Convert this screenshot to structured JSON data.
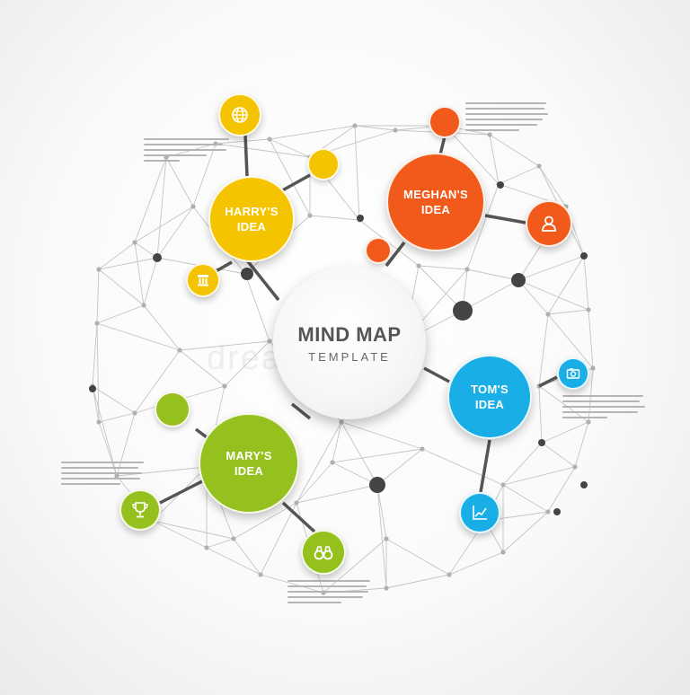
{
  "center": {
    "title": "MIND MAP",
    "subtitle": "TEMPLATE"
  },
  "ideas": {
    "harry": {
      "line1": "HARRY'S",
      "line2": "IDEA",
      "color": "#f5c400"
    },
    "meghan": {
      "line1": "MEGHAN'S",
      "line2": "IDEA",
      "color": "#f25a1b"
    },
    "tom": {
      "line1": "TOM'S",
      "line2": "IDEA",
      "color": "#19aee6"
    },
    "mary": {
      "line1": "MARY'S",
      "line2": "IDEA",
      "color": "#95c11f"
    }
  },
  "icons": {
    "harry": [
      "globe-icon",
      "column-icon"
    ],
    "meghan": [
      "user-icon"
    ],
    "tom": [
      "camera-icon",
      "chart-icon"
    ],
    "mary": [
      "trophy-icon",
      "binoculars-icon"
    ]
  },
  "colors": {
    "network_line": "#c4c4c4",
    "connector": "#555555",
    "dark_dot": "#444444"
  }
}
